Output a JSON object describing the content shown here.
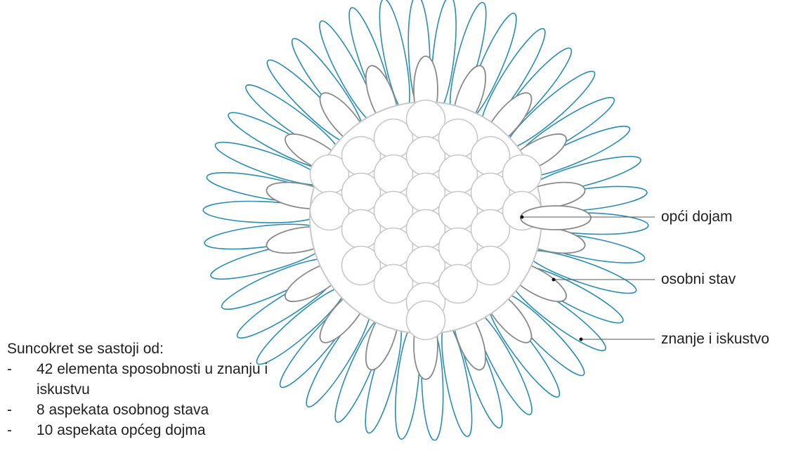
{
  "labels": {
    "general": "opći dojam",
    "attitude": "osobni stav",
    "knowledge": "znanje i iskustvo"
  },
  "legend": {
    "heading": "Suncokret se sastoji od:",
    "items": [
      "42 elementa sposobnosti u znanju i iskustvu",
      "8 aspekata osobnog stava",
      "10 aspekata općeg dojma"
    ]
  },
  "colors": {
    "outer_petal": "#2b8db0",
    "inner_petal": "#8a8a8a",
    "center": "#c8c8c8",
    "leader": "#555555"
  },
  "petal_counts": {
    "outer": 42,
    "inner": 18
  }
}
